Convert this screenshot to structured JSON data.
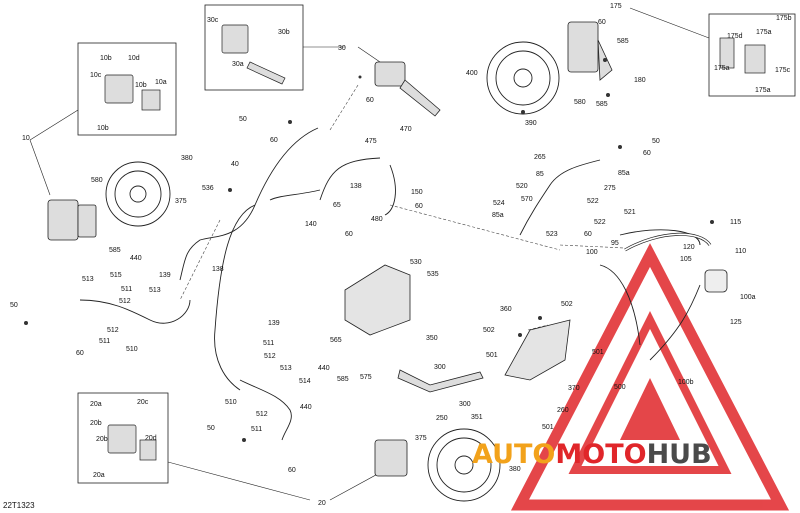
{
  "diagram_code": "22T1323",
  "watermark": {
    "part1": "AUTO",
    "part2": "MOTO",
    "part3": "HUB",
    "colors": {
      "red": "#e0262a",
      "orange": "#f2a21b",
      "gray": "#4a4a4a"
    }
  },
  "callouts": {
    "c10": "10",
    "c10b_1": "10b",
    "c10d": "10d",
    "c10c": "10c",
    "c10b_2": "10b",
    "c10a": "10a",
    "c10b_3": "10b",
    "c30c": "30c",
    "c30b": "30b",
    "c30a": "30a",
    "c30": "30",
    "c60_top": "60",
    "c175": "175",
    "c175b": "175b",
    "c175d": "175d",
    "c175a_1": "175a",
    "c175c": "175c",
    "c175a_2": "175a",
    "c175a_3": "175a",
    "c60_r1": "60",
    "c585_r": "585",
    "c180": "180",
    "c580_r": "580",
    "c585_r2": "585",
    "c400": "400",
    "c390": "390",
    "c50_a": "50",
    "c60_a": "60",
    "c40": "40",
    "c536": "536",
    "c380": "380",
    "c580_l": "580",
    "c375_l": "375",
    "c585_l": "585",
    "c440_l": "440",
    "c470": "470",
    "c475": "475",
    "c138_a": "138",
    "c65": "65",
    "c140": "140",
    "c150": "150",
    "c60_m": "60",
    "c480": "480",
    "c60_m2": "60",
    "c50_r": "50",
    "c60_r2": "60",
    "c265": "265",
    "c85": "85",
    "c85a_1": "85a",
    "c275": "275",
    "c520": "520",
    "c524": "524",
    "c85a_2": "85a",
    "c570": "570",
    "c522_1": "522",
    "c521": "521",
    "c522_2": "522",
    "c523": "523",
    "c60_r3": "60",
    "c100": "100",
    "c115": "115",
    "c120": "120",
    "c110": "110",
    "c105": "105",
    "c100a": "100a",
    "c125": "125",
    "c95": "95",
    "c100b": "100b",
    "c138_b": "138",
    "c139_a": "139",
    "c513_a": "513",
    "c515": "515",
    "c511_a": "511",
    "c512_a": "512",
    "c513_b": "513",
    "c50_l": "50",
    "c60_l": "60",
    "c512_b": "512",
    "c511_b": "511",
    "c510_a": "510",
    "c530": "530",
    "c535": "535",
    "c565": "565",
    "c139_b": "139",
    "c511_c": "511",
    "c512_c": "512",
    "c513_c": "513",
    "c514": "514",
    "c510_b": "510",
    "c512_d": "512",
    "c440_m": "440",
    "c511_d": "511",
    "c60_b": "60",
    "c440_b": "440",
    "c585_b": "585",
    "c575": "575",
    "c350": "350",
    "c300_a": "300",
    "c250": "250",
    "c300_b": "300",
    "c351": "351",
    "c360": "360",
    "c502_a": "502",
    "c502_b": "502",
    "c501_a": "501",
    "c501_b": "501",
    "c370": "370",
    "c500": "500",
    "c260": "260",
    "c501_c": "501",
    "c20a_1": "20a",
    "c20c": "20c",
    "c20b_1": "20b",
    "c20d": "20d",
    "c20b_2": "20b",
    "c20a_2": "20a",
    "c50_b": "50",
    "c20": "20",
    "c375_b": "375",
    "c380_b": "380"
  }
}
